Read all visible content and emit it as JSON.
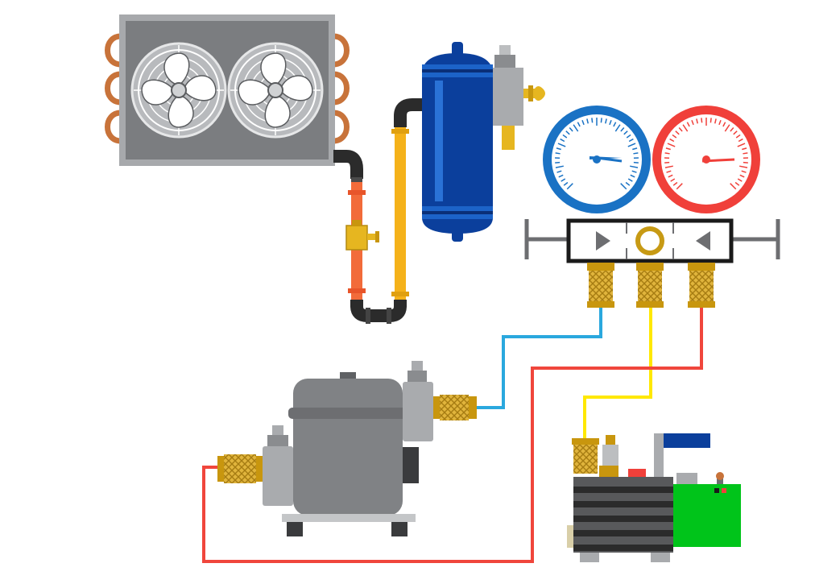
{
  "diagram": {
    "components": [
      {
        "id": "condenser",
        "label": "condenser-unit"
      },
      {
        "id": "receiver",
        "label": "receiver-tank"
      },
      {
        "id": "manifold",
        "label": "manifold-gauge-set"
      },
      {
        "id": "compressor",
        "label": "compressor"
      },
      {
        "id": "vacuum_pump",
        "label": "vacuum-pump"
      }
    ],
    "hoses": [
      {
        "id": "low_side",
        "color": "#2aa8de"
      },
      {
        "id": "charge",
        "color": "#ffe800"
      },
      {
        "id": "high_side",
        "color": "#f0463c"
      }
    ]
  },
  "colors": {
    "condenser_gray": "#7b7d80",
    "condenser_frame": "#a7a9ac",
    "copper": "#c8733a",
    "receiver_blue": "#0b3f9c",
    "receiver_light": "#1c63c8",
    "pipe_yellow": "#f5b21a",
    "pipe_orange": "#f26b3a",
    "gauge_low": "#1a72c4",
    "gauge_high": "#f0403a",
    "brass": "#d9a830",
    "pump_green": "#00c41a",
    "compressor_gray": "#808285"
  }
}
